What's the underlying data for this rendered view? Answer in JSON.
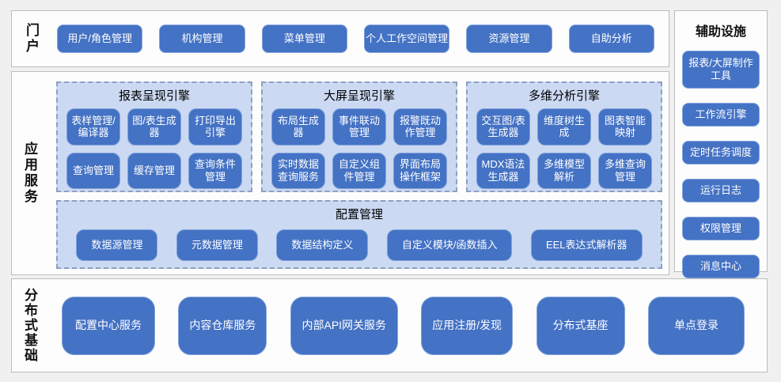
{
  "colors": {
    "node_blue": "#4472C4",
    "node_border": "#83A4DC",
    "group_bg": "#CBD9F2",
    "group_dash_border": "#8E9FBF",
    "section_bg": "#FDFDFD",
    "section_border": "#BDBDBD",
    "page_bg": "#F0F0F0",
    "node_text": "#FFFFFF",
    "label_text": "#111111"
  },
  "portal": {
    "label": "门户",
    "buttons": [
      "用户/角色管理",
      "机构管理",
      "菜单管理",
      "个人工作空间管理",
      "资源管理",
      "自助分析"
    ]
  },
  "app_services": {
    "label": "应用服务",
    "groups": [
      {
        "title": "报表呈现引擎",
        "items": [
          "表样管理/编译器",
          "图/表生成器",
          "打印导出引擎",
          "查询管理",
          "缓存管理",
          "查询条件管理"
        ]
      },
      {
        "title": "大屏呈现引擎",
        "items": [
          "布局生成器",
          "事件联动管理",
          "报警既动作管理",
          "实时数据查询服务",
          "自定义组件管理",
          "界面布局操作框架"
        ]
      },
      {
        "title": "多维分析引擎",
        "items": [
          "交互图/表生成器",
          "维度树生成",
          "图表智能映射",
          "MDX语法生成器",
          "多维模型解析",
          "多维查询管理"
        ]
      }
    ],
    "config": {
      "title": "配置管理",
      "items": [
        "数据源管理",
        "元数据管理",
        "数据结构定义",
        "自定义模块/函数插入",
        "EEL表达式解析器"
      ]
    }
  },
  "aux": {
    "title": "辅助设施",
    "buttons": [
      "报表/大屏制作工具",
      "工作流引擎",
      "定时任务调度",
      "运行日志",
      "权限管理",
      "消息中心"
    ]
  },
  "distributed": {
    "label": "分布式基础",
    "buttons": [
      "配置中心服务",
      "内容仓库服务",
      "内部API网关服务",
      "应用注册/发现",
      "分布式基座",
      "单点登录"
    ]
  }
}
